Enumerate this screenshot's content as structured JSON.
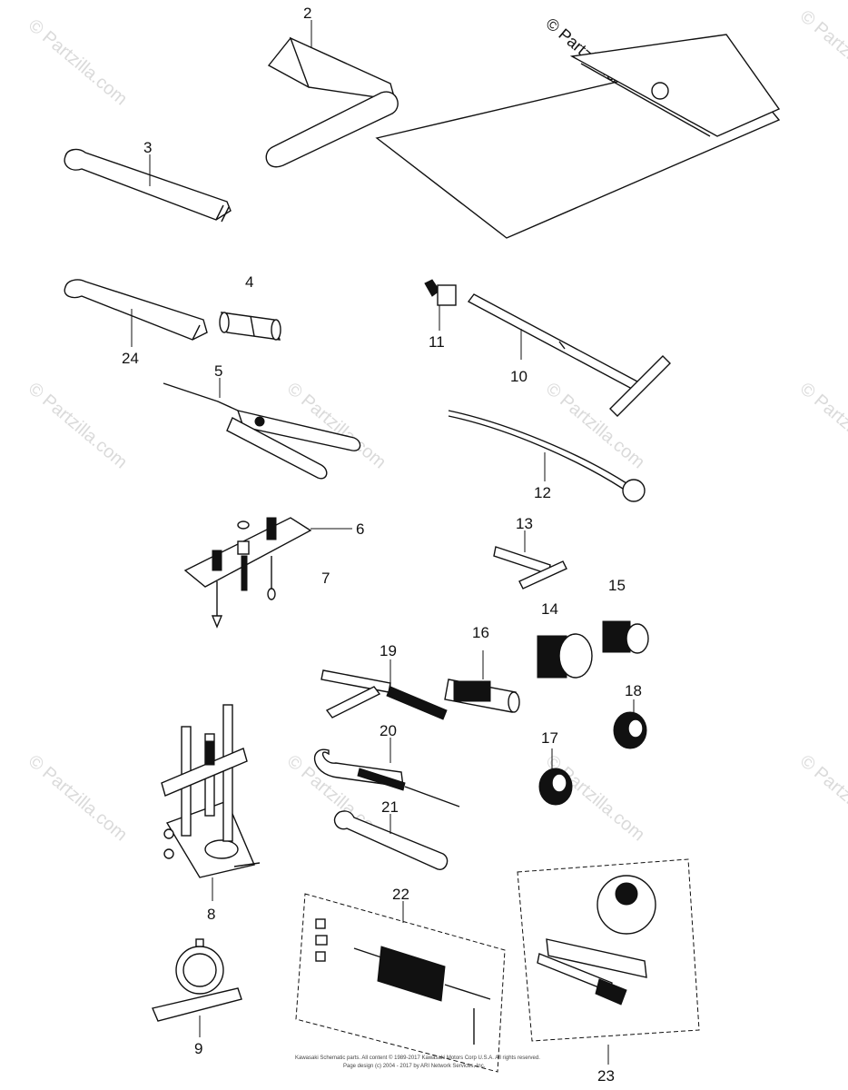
{
  "watermark": {
    "text": "© Partzilla.com"
  },
  "callouts": {
    "c2": "2",
    "c3": "3",
    "c4": "4",
    "c5": "5",
    "c6": "6",
    "c7": "7",
    "c8": "8",
    "c9": "9",
    "c10": "10",
    "c11": "11",
    "c12": "12",
    "c13": "13",
    "c14": "14",
    "c15": "15",
    "c16": "16",
    "c17": "17",
    "c18": "18",
    "c19": "19",
    "c20": "20",
    "c21": "21",
    "c22": "22",
    "c23": "23",
    "c24": "24"
  },
  "footer": {
    "line1": "Kawasaki Schematic parts. All content © 1989-2017 Kawasaki Motors Corp U.S.A. All rights reserved.",
    "line2": "Page design (c) 2004 - 2017 by ARI Network Services, Inc."
  }
}
